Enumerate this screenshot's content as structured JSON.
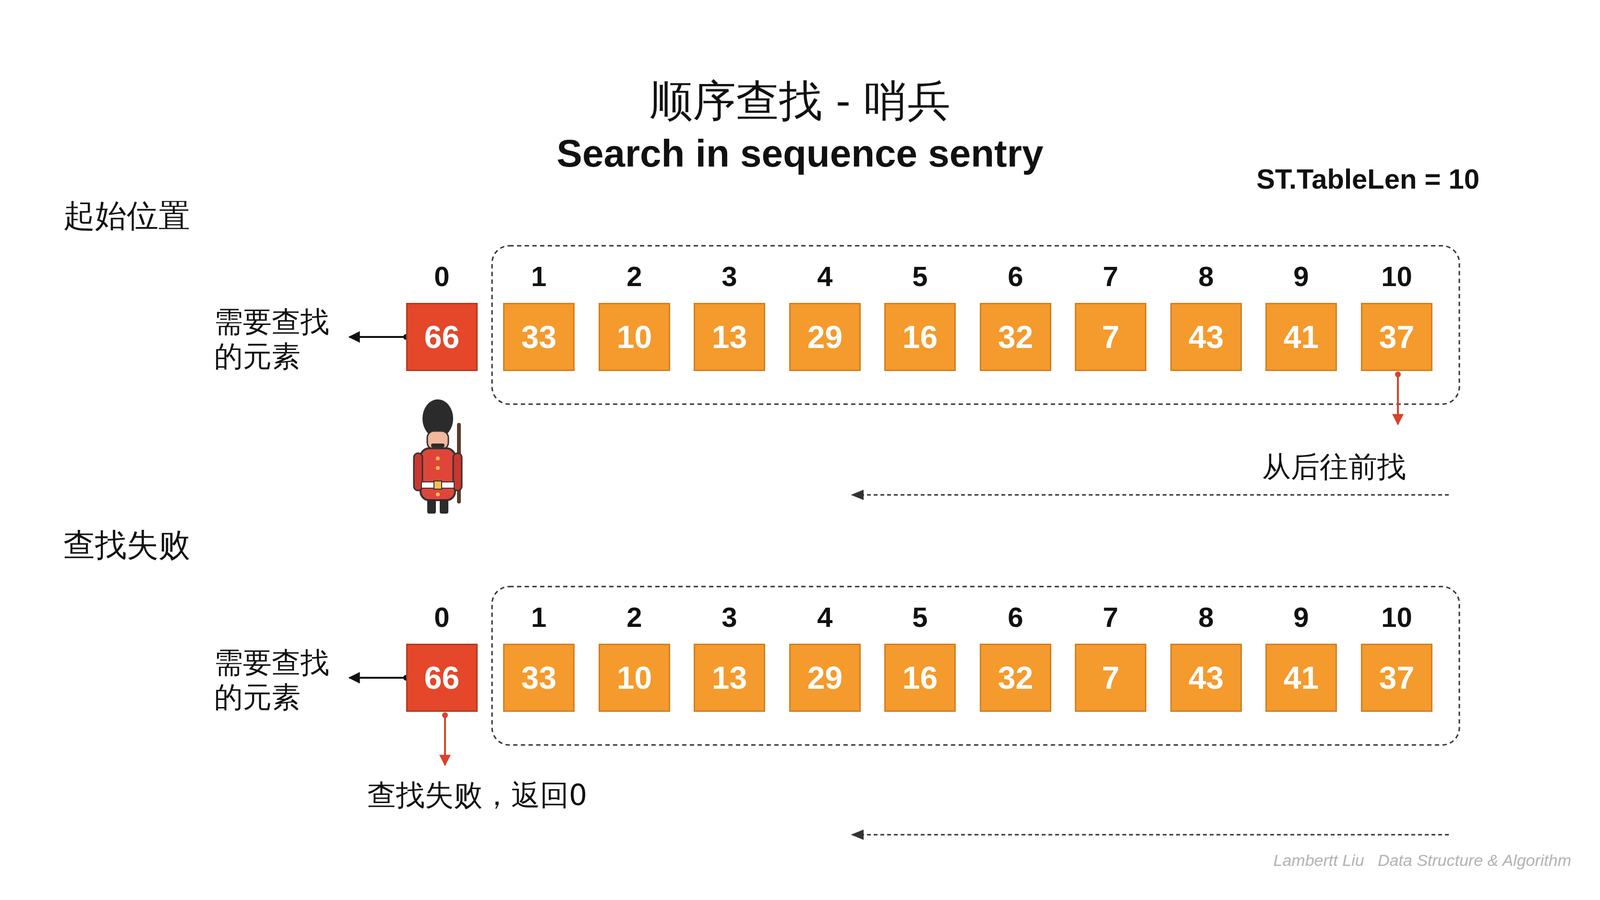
{
  "diagram": {
    "title": "顺序查找 - 哨兵",
    "nodes": [
      {
        "text": [
          "0",
          "66"
        ]
      },
      {
        "text": [
          "1",
          "33"
        ]
      },
      {
        "text": [
          "2",
          "10"
        ]
      },
      {
        "text": [
          "3",
          "13"
        ]
      },
      {
        "text": [
          "4",
          "29"
        ]
      },
      {
        "text": [
          "5",
          "16"
        ]
      },
      {
        "text": [
          "6",
          "32"
        ]
      },
      {
        "text": [
          "7",
          "7"
        ]
      },
      {
        "text": [
          "8",
          "43"
        ]
      },
      {
        "text": [
          "9",
          "41"
        ]
      },
      {
        "text": [
          "10",
          "37"
        ]
      },
      {
        "text": [
          "0",
          "66"
        ]
      },
      {
        "text": [
          "1",
          "33"
        ]
      },
      {
        "text": [
          "2",
          "10"
        ]
      },
      {
        "text": [
          "3",
          "13"
        ]
      },
      {
        "text": [
          "4",
          "29"
        ]
      },
      {
        "text": [
          "5",
          "16"
        ]
      },
      {
        "text": [
          "6",
          "32"
        ]
      },
      {
        "text": [
          "7",
          "7"
        ]
      },
      {
        "text": [
          "8",
          "43"
        ]
      },
      {
        "text": [
          "9",
          "41"
        ]
      },
      {
        "text": [
          "10",
          "37"
        ]
      }
    ],
    "labels": [
      "Search in sequence sentry",
      "ST.TableLen = 10",
      "起始位置",
      "需要查找 的元素",
      "从后往前找",
      "查找失败",
      "需要查找 的元素",
      "查找失败，返回0",
      "Lambertt Liu   Data Structure & Algorithm"
    ]
  }
}
